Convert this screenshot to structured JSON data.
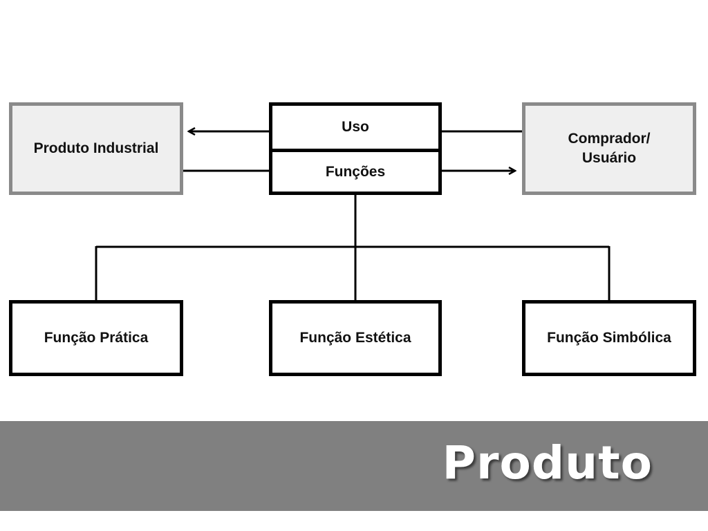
{
  "diagram": {
    "left_box": {
      "label": "Produto Industrial"
    },
    "center_box": {
      "top_label": "Uso",
      "bottom_label": "Funções"
    },
    "right_box": {
      "label": "Comprador/\nUsuário"
    },
    "functions": [
      {
        "label": "Função Prática"
      },
      {
        "label": "Função Estética"
      },
      {
        "label": "Função Simbólica"
      }
    ]
  },
  "banner": {
    "title": "Produto"
  },
  "colors": {
    "line": "#000000",
    "grey_box_fill": "#efefef",
    "grey_box_border": "#8a8a8a",
    "banner_bg": "#808080",
    "banner_text": "#ffffff"
  }
}
